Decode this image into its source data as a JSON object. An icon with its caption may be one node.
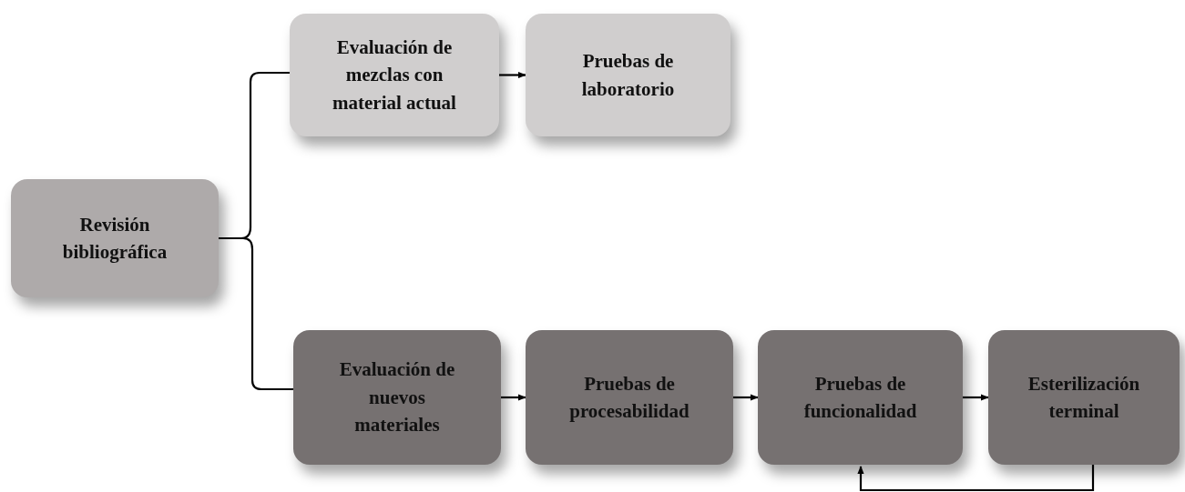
{
  "diagram": {
    "nodes": [
      {
        "text": [
          "Revisión bibliográfica"
        ]
      },
      {
        "text": [
          "Evaluación de mezclas con material actual"
        ]
      },
      {
        "text": [
          "Pruebas de laboratorio"
        ]
      },
      {
        "text": [
          "Evaluación de nuevos materiales"
        ]
      },
      {
        "text": [
          "Pruebas de procesabilidad"
        ]
      },
      {
        "text": [
          "Pruebas de funcionalidad"
        ]
      },
      {
        "text": [
          "Esterilización terminal"
        ]
      }
    ],
    "edges": [
      {
        "from": 0,
        "to": 1,
        "arrow": "none"
      },
      {
        "from": 0,
        "to": 3,
        "arrow": "none"
      },
      {
        "from": 1,
        "to": 2,
        "arrow": "to"
      },
      {
        "from": 3,
        "to": 4,
        "arrow": "to"
      },
      {
        "from": 4,
        "to": 5,
        "arrow": "to"
      },
      {
        "from": 5,
        "to": 6,
        "arrow": "to"
      },
      {
        "from": 6,
        "to": 5,
        "arrow": "to"
      }
    ]
  }
}
